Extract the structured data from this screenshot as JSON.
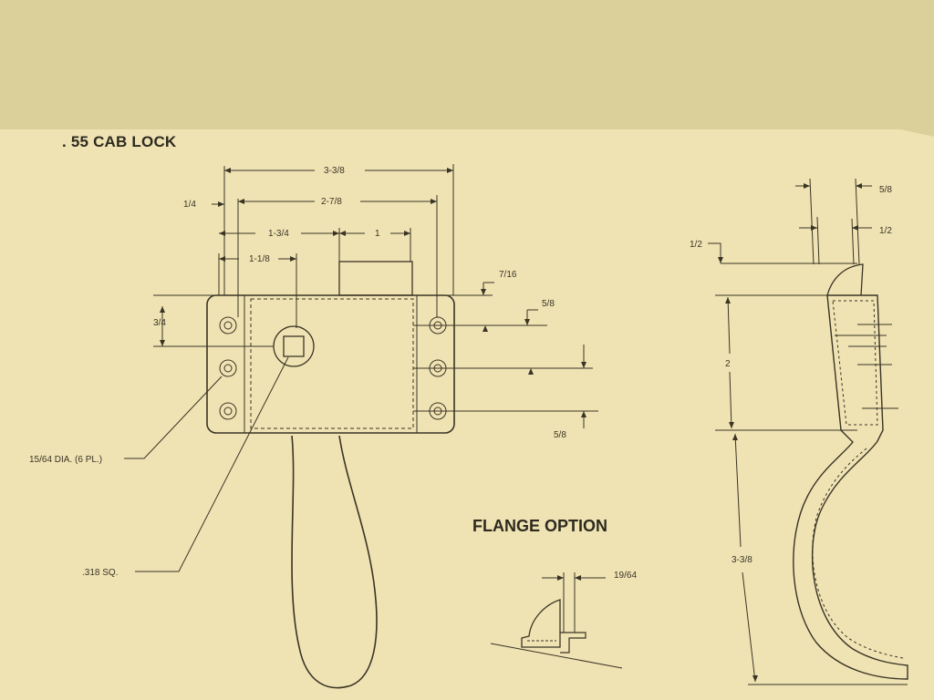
{
  "title": ". 55 CAB LOCK",
  "flange_title": "FLANGE OPTION",
  "colors": {
    "background": "#dcd09a",
    "paper": "#efe3b4",
    "ink": "#3a3424"
  },
  "front_view": {
    "dimensions": {
      "overall_width": "3-3/8",
      "hole_span": "2-7/8",
      "edge_offset": "1/4",
      "to_bolt": "1-3/4",
      "bolt_width": "1",
      "to_spindle": "1-1/8",
      "bolt_height": "7/16",
      "spindle_height": "3/4",
      "hole_spacing_top": "5/8",
      "hole_spacing_bottom": "5/8"
    },
    "callouts": {
      "holes": "15/64 DIA. (6 PL.)",
      "spindle": ".318 SQ."
    }
  },
  "side_view": {
    "dimensions": {
      "top_offset": "1/2",
      "width_outer": "5/8",
      "width_inner": "1/2",
      "body_height": "2",
      "handle_height": "3-3/8"
    }
  },
  "flange": {
    "dimensions": {
      "flange_width": "19/64"
    }
  }
}
